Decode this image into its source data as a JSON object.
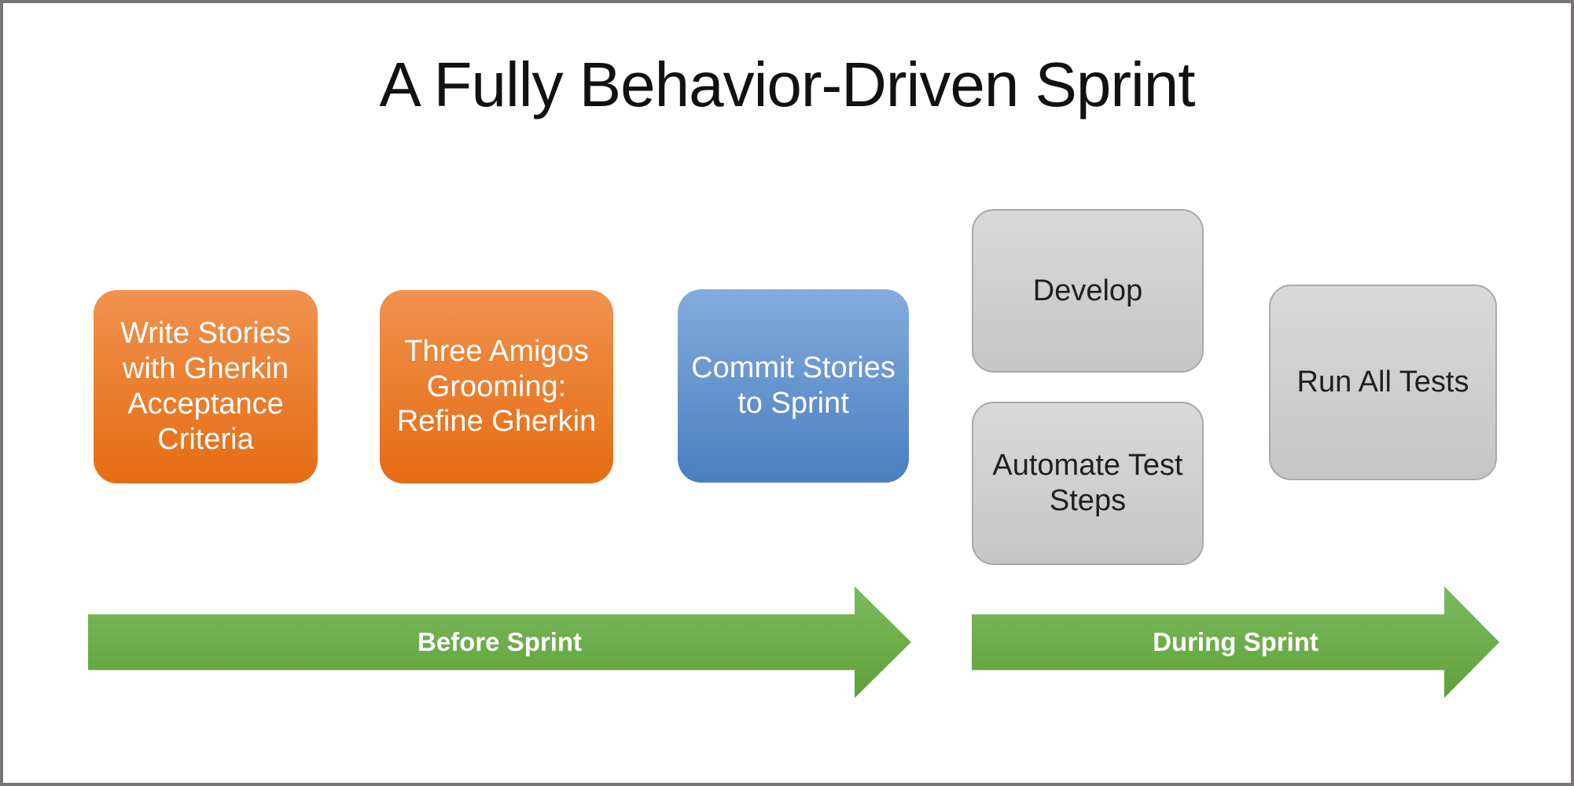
{
  "title": "A Fully Behavior-Driven Sprint",
  "boxes": [
    {
      "id": "write-stories",
      "label": "Write Stories\nwith Gherkin\nAcceptance\nCriteria",
      "color_role": "orange"
    },
    {
      "id": "three-amigos",
      "label": "Three Amigos\nGrooming:\nRefine Gherkin",
      "color_role": "orange"
    },
    {
      "id": "commit-stories",
      "label": "Commit Stories\nto Sprint",
      "color_role": "blue"
    },
    {
      "id": "develop",
      "label": "Develop",
      "color_role": "gray"
    },
    {
      "id": "automate-steps",
      "label": "Automate Test\nSteps",
      "color_role": "gray"
    },
    {
      "id": "run-all-tests",
      "label": "Run All Tests",
      "color_role": "gray"
    }
  ],
  "arrows": [
    {
      "id": "before-sprint",
      "label": "Before Sprint"
    },
    {
      "id": "during-sprint",
      "label": "During Sprint"
    }
  ],
  "colors": {
    "orange-top": "#F0924E",
    "orange-bottom": "#E56C13",
    "blue-top": "#82ACDC",
    "blue-bottom": "#4B7EC1",
    "gray-top": "#D9D9D9",
    "gray-bottom": "#C6C6C6",
    "gray-border": "#A9A9A9",
    "green-top": "#7CBB5E",
    "green-bottom": "#5FA03A",
    "frame-border": "#787474",
    "title-color": "#111111",
    "box-text-dark": "#1F1F1F",
    "box-text-light": "#FFFFFF"
  }
}
